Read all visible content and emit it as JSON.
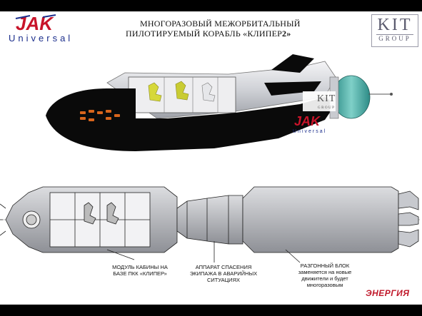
{
  "header": {
    "brand_main": "JAK",
    "brand_sub": "Universal",
    "title_line1": "МНОГОРАЗОВЫЙ МЕЖОРБИТАЛЬНЫЙ",
    "title_line2_prefix": "ПИЛОТИРУЕМЫЙ КОРАБЛЬ «КЛИПЕР",
    "title_line2_big": "2»",
    "kit_main": "KIT",
    "kit_sub": "GROUP"
  },
  "ship_badges": {
    "kit_main": "KIT",
    "kit_sub": "GROUP",
    "jak_main": "JAK",
    "jak_sub": "Universal"
  },
  "labels": {
    "cabin_module": "МОДУЛЬ КАБИНЫ НА БАЗЕ ПКК «КЛИПЕР»",
    "rescue_vehicle": "АППАРАТ СПАСЕНИЯ ЭКИПАЖА В АВАРИЙНЫХ СИТУАЦИЯХ",
    "booster_block": "РАЗГОННЫЙ БЛОК заменяется на новые движители и будет многоразовым"
  },
  "footer": {
    "energia_logo": "ЭНЕРГИЯ"
  },
  "colors": {
    "jak_red": "#c8142a",
    "jak_blue": "#1b2e8c",
    "energia_red": "#c0182a",
    "hull_black": "#0a0a0a",
    "tile_orange": "#d8651c",
    "module_teal": "#4fb0a8"
  }
}
